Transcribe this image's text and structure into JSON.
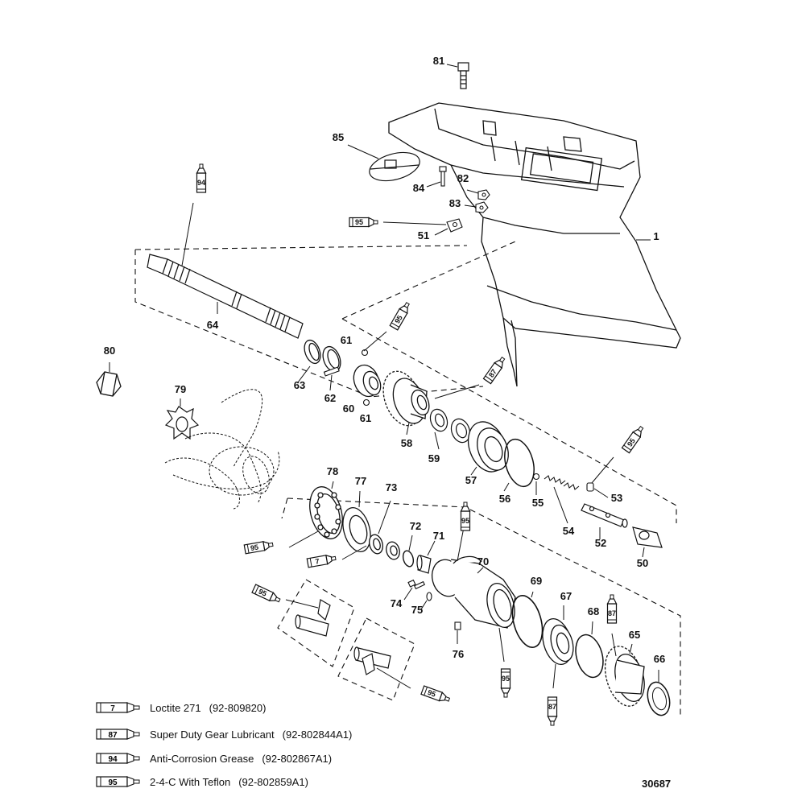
{
  "diagram": {
    "drawing_number": "30687",
    "parts": [
      {
        "id": "p1",
        "number": "1"
      },
      {
        "id": "p50",
        "number": "50"
      },
      {
        "id": "p51",
        "number": "51"
      },
      {
        "id": "p52",
        "number": "52"
      },
      {
        "id": "p53",
        "number": "53"
      },
      {
        "id": "p54",
        "number": "54"
      },
      {
        "id": "p55",
        "number": "55"
      },
      {
        "id": "p56",
        "number": "56"
      },
      {
        "id": "p57",
        "number": "57"
      },
      {
        "id": "p58",
        "number": "58"
      },
      {
        "id": "p59",
        "number": "59"
      },
      {
        "id": "p60",
        "number": "60"
      },
      {
        "id": "p61a",
        "number": "61"
      },
      {
        "id": "p61b",
        "number": "61"
      },
      {
        "id": "p62",
        "number": "62"
      },
      {
        "id": "p63",
        "number": "63"
      },
      {
        "id": "p64",
        "number": "64"
      },
      {
        "id": "p65",
        "number": "65"
      },
      {
        "id": "p66",
        "number": "66"
      },
      {
        "id": "p67",
        "number": "67"
      },
      {
        "id": "p68",
        "number": "68"
      },
      {
        "id": "p69",
        "number": "69"
      },
      {
        "id": "p70",
        "number": "70"
      },
      {
        "id": "p71",
        "number": "71"
      },
      {
        "id": "p72",
        "number": "72"
      },
      {
        "id": "p73",
        "number": "73"
      },
      {
        "id": "p74",
        "number": "74"
      },
      {
        "id": "p75",
        "number": "75"
      },
      {
        "id": "p76",
        "number": "76"
      },
      {
        "id": "p77",
        "number": "77"
      },
      {
        "id": "p78",
        "number": "78"
      },
      {
        "id": "p79",
        "number": "79"
      },
      {
        "id": "p80",
        "number": "80"
      },
      {
        "id": "p81",
        "number": "81"
      },
      {
        "id": "p82",
        "number": "82"
      },
      {
        "id": "p83",
        "number": "83"
      },
      {
        "id": "p84",
        "number": "84"
      },
      {
        "id": "p85",
        "number": "85"
      }
    ],
    "tubes": [
      {
        "id": "t1",
        "number": "94"
      },
      {
        "id": "t2",
        "number": "95"
      },
      {
        "id": "t3",
        "number": "95"
      },
      {
        "id": "t4",
        "number": "87"
      },
      {
        "id": "t5",
        "number": "95"
      },
      {
        "id": "t6",
        "number": "95"
      },
      {
        "id": "t7",
        "number": "95"
      },
      {
        "id": "t8",
        "number": "7"
      },
      {
        "id": "t9",
        "number": "95"
      },
      {
        "id": "t10",
        "number": "95"
      },
      {
        "id": "t11",
        "number": "95"
      },
      {
        "id": "t12",
        "number": "87"
      },
      {
        "id": "t13",
        "number": "87"
      },
      {
        "id": "t14",
        "number": "95"
      }
    ]
  },
  "legend": [
    {
      "code": "7",
      "name": "Loctite 271",
      "part_number": "(92-809820)"
    },
    {
      "code": "87",
      "name": "Super Duty Gear Lubricant",
      "part_number": "(92-802844A1)"
    },
    {
      "code": "94",
      "name": "Anti-Corrosion Grease",
      "part_number": "(92-802867A1)"
    },
    {
      "code": "95",
      "name": "2-4-C With Teflon",
      "part_number": "(92-802859A1)"
    }
  ]
}
